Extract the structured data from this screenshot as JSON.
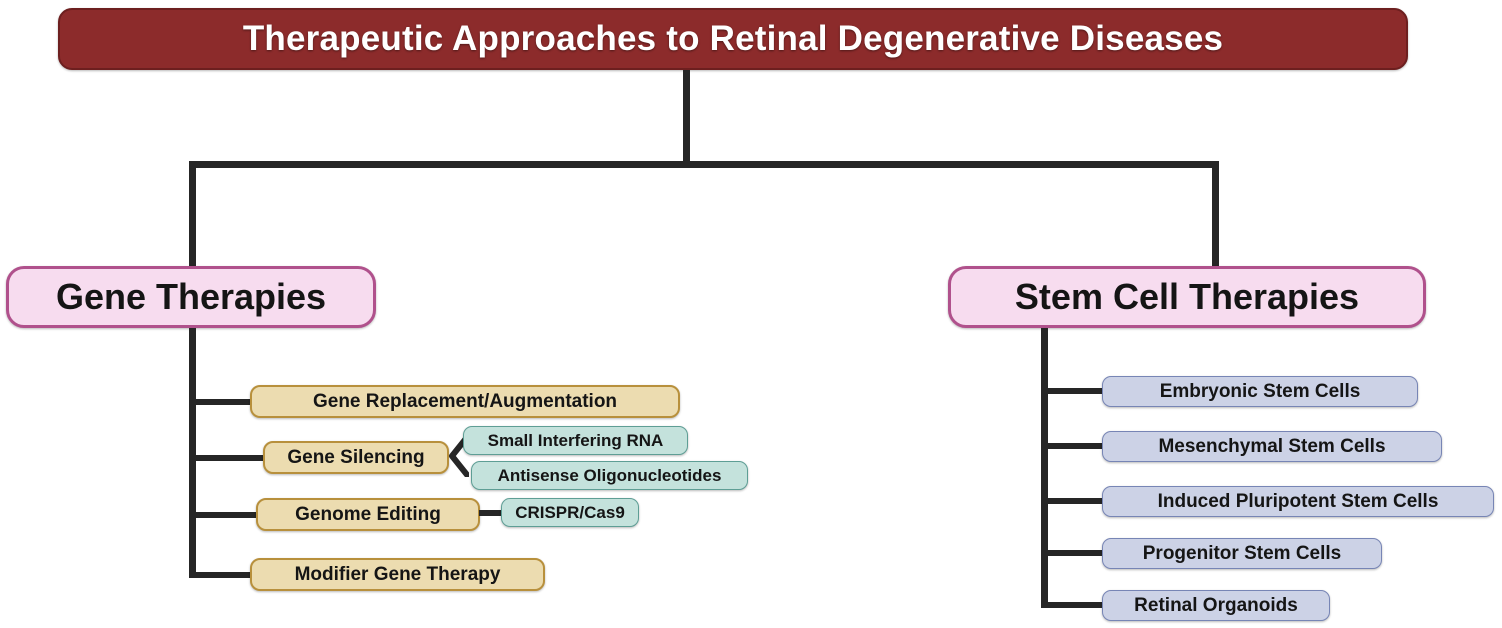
{
  "diagram": {
    "title": "Therapeutic Approaches to Retinal Degenerative Diseases",
    "type": "hierarchy-tree",
    "colors": {
      "title_fill": "#8c2b2b",
      "title_border": "#6d1f1f",
      "title_text": "#ffffff",
      "branch_fill": "#f7dcef",
      "branch_border": "#b0518c",
      "gene_child_fill": "#ecdcb0",
      "gene_child_border": "#b8903c",
      "stem_child_fill": "#ccd2e6",
      "stem_child_border": "#7785b5",
      "leaf_fill": "#c4e2dc",
      "leaf_border": "#5e9e95",
      "connector": "#262626"
    },
    "branches": [
      {
        "id": "gene-therapies",
        "label": "Gene Therapies",
        "children": [
          {
            "id": "gene-replacement",
            "label": "Gene Replacement/Augmentation",
            "leaves": []
          },
          {
            "id": "gene-silencing",
            "label": "Gene Silencing",
            "leaves": [
              {
                "id": "sirna",
                "label": "Small Interfering RNA"
              },
              {
                "id": "aso",
                "label": "Antisense Oligonucleotides"
              }
            ]
          },
          {
            "id": "genome-editing",
            "label": "Genome Editing",
            "leaves": [
              {
                "id": "crispr",
                "label": "CRISPR/Cas9"
              }
            ]
          },
          {
            "id": "modifier-gene-therapy",
            "label": "Modifier Gene Therapy",
            "leaves": []
          }
        ]
      },
      {
        "id": "stem-cell-therapies",
        "label": "Stem Cell Therapies",
        "children": [
          {
            "id": "embryonic",
            "label": "Embryonic Stem Cells",
            "leaves": []
          },
          {
            "id": "mesenchymal",
            "label": "Mesenchymal Stem Cells",
            "leaves": []
          },
          {
            "id": "ipsc",
            "label": "Induced Pluripotent Stem Cells",
            "leaves": []
          },
          {
            "id": "progenitor",
            "label": "Progenitor Stem Cells",
            "leaves": []
          },
          {
            "id": "organoids",
            "label": "Retinal Organoids",
            "leaves": []
          }
        ]
      }
    ]
  }
}
